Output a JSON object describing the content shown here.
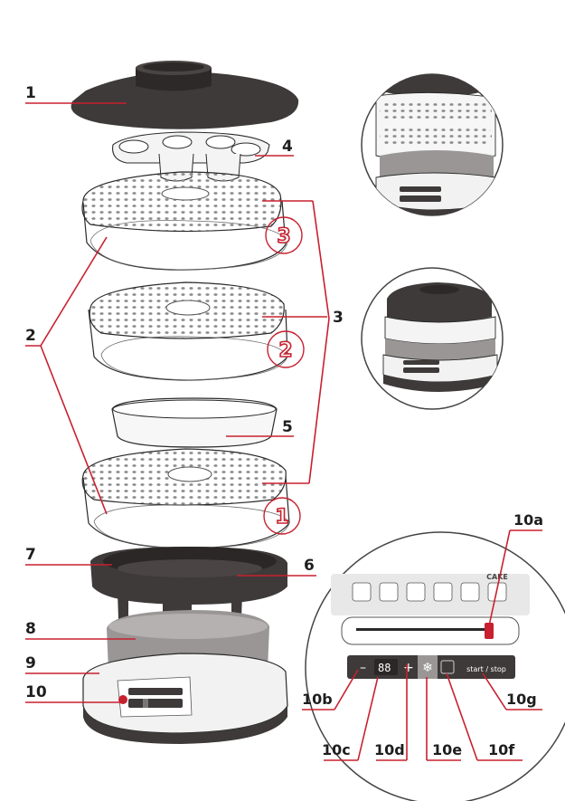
{
  "callouts": {
    "c1": "1",
    "c2": "2",
    "c3": "3",
    "c4": "4",
    "c5": "5",
    "c6": "6",
    "c7": "7",
    "c8": "8",
    "c9": "9",
    "c10": "10",
    "c10a": "10a",
    "c10b": "10b",
    "c10c": "10c",
    "c10d": "10d",
    "c10e": "10e",
    "c10f": "10f",
    "c10g": "10g"
  },
  "tiers": {
    "t1": "1",
    "t2": "2",
    "t3": "3"
  },
  "panel": {
    "cake_label": "CAKE",
    "display": "88",
    "minus": "–",
    "plus": "+",
    "start_stop": "start / stop"
  },
  "colors": {
    "accent": "#c8202f",
    "dark_part": "#3e3a39",
    "grey_part": "#9a9696"
  }
}
